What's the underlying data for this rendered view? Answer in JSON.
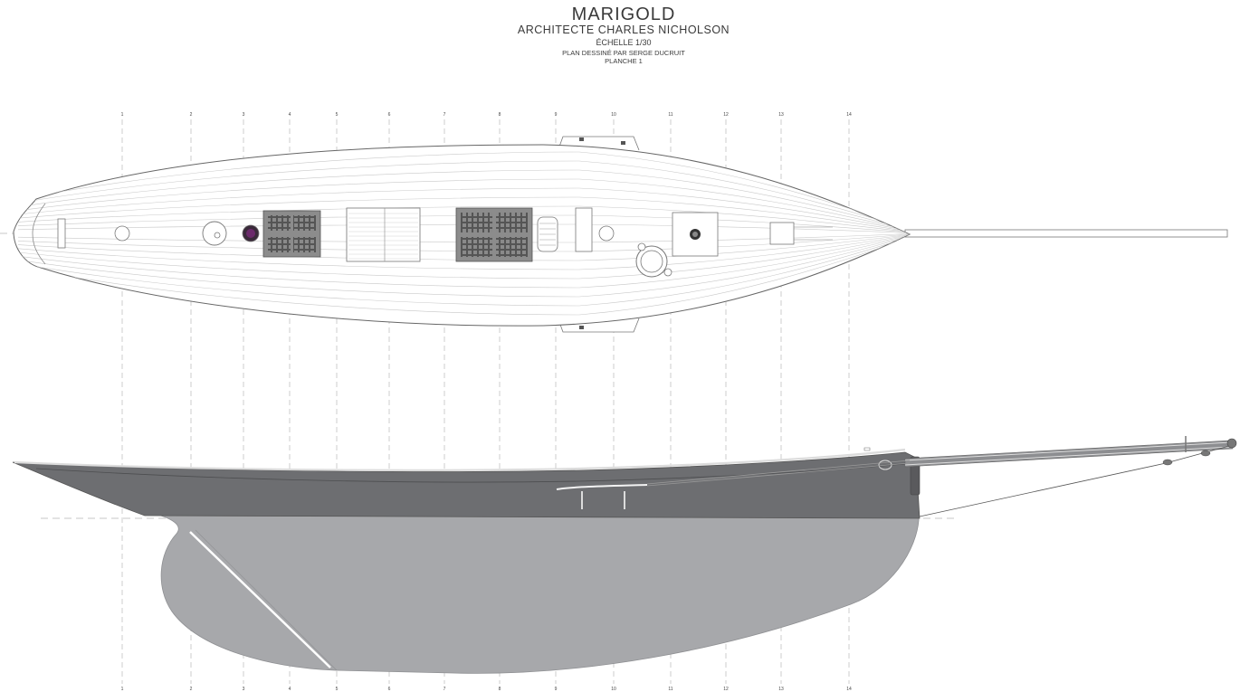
{
  "drawing": {
    "title": "MARIGOLD",
    "architect": "ARCHITECTE CHARLES NICHOLSON",
    "scale": "ÉCHELLE 1/30",
    "drawn_by": "PLAN DESSINÉ PAR SERGE DUCRUIT",
    "sheet": "PLANCHE 1"
  },
  "stations": [
    "1",
    "2",
    "3",
    "4",
    "5",
    "6",
    "7",
    "8",
    "9",
    "10",
    "11",
    "12",
    "13",
    "14"
  ],
  "colors": {
    "hull_topside": "#6d6e71",
    "hull_underwater": "#a7a8ab",
    "line": "#888888",
    "deck_line": "#c9c9c9",
    "accent_purple": "#6b2a6b"
  }
}
